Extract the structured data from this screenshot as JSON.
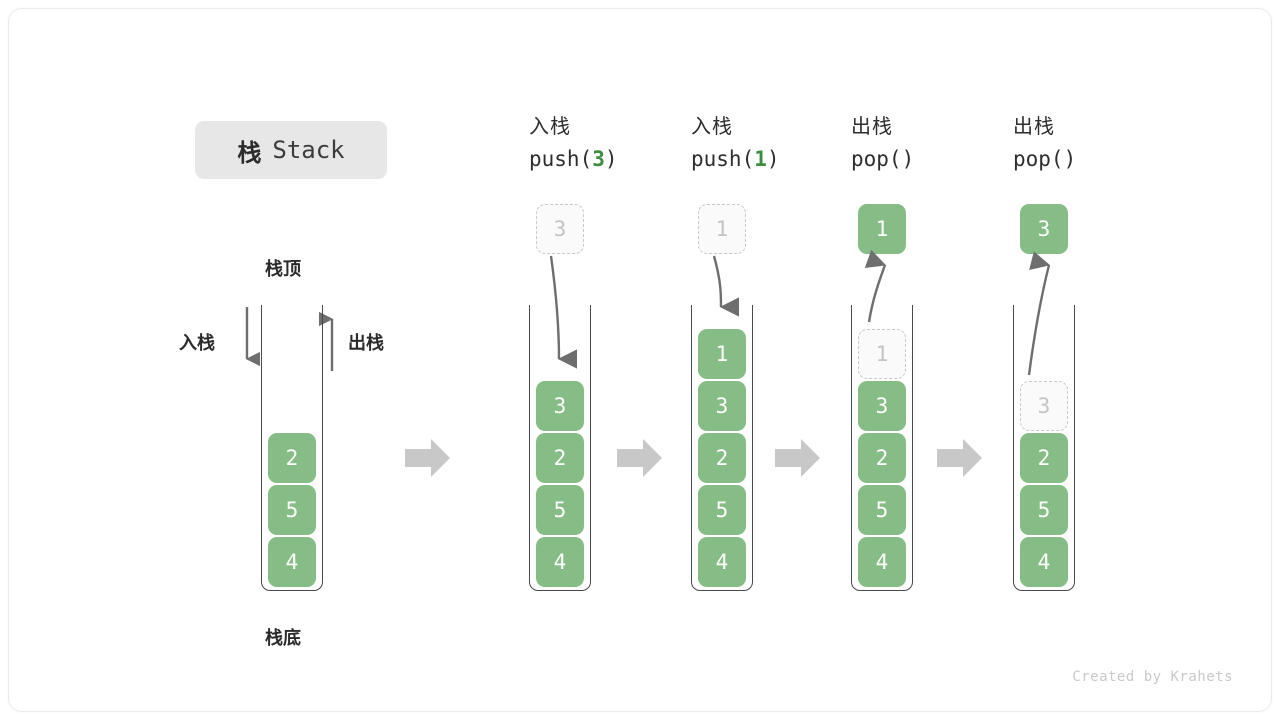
{
  "title": {
    "cn": "栈",
    "en": "Stack"
  },
  "labels": {
    "top": "栈顶",
    "bottom": "栈底",
    "push_dir": "入栈",
    "pop_dir": "出栈"
  },
  "colors": {
    "cell_green": "#86bd86",
    "value_green": "#3d8c40",
    "ghost_fill": "#fafafa",
    "ghost_border": "#c9c9c9",
    "arrow_gray": "#6e6e6e",
    "sep_arrow_gray": "#c8c8c8",
    "badge_gray": "#e7e7e7"
  },
  "columns": [
    {
      "id": "initial",
      "op_cn": "",
      "op_code": "",
      "op_value": "",
      "cells": [
        "4",
        "5",
        "2"
      ],
      "ghost_top": null,
      "float_box": null
    },
    {
      "id": "push-3",
      "op_cn": "入栈",
      "op_code_prefix": "push(",
      "op_value": "3",
      "op_code_suffix": ")",
      "cells": [
        "4",
        "5",
        "2",
        "3"
      ],
      "ghost_top": null,
      "float_box": {
        "value": "3",
        "style": "ghost"
      },
      "arrow": "down"
    },
    {
      "id": "push-1",
      "op_cn": "入栈",
      "op_code_prefix": "push(",
      "op_value": "1",
      "op_code_suffix": ")",
      "cells": [
        "4",
        "5",
        "2",
        "3",
        "1"
      ],
      "ghost_top": null,
      "float_box": {
        "value": "1",
        "style": "ghost"
      },
      "arrow": "down"
    },
    {
      "id": "pop-1",
      "op_cn": "出栈",
      "op_code_prefix": "pop(",
      "op_value": "",
      "op_code_suffix": ")",
      "cells": [
        "4",
        "5",
        "2",
        "3"
      ],
      "ghost_top": "1",
      "float_box": {
        "value": "1",
        "style": "filled"
      },
      "arrow": "up"
    },
    {
      "id": "pop-3",
      "op_cn": "出栈",
      "op_code_prefix": "pop(",
      "op_value": "",
      "op_code_suffix": ")",
      "cells": [
        "4",
        "5",
        "2"
      ],
      "ghost_top": "3",
      "float_box": {
        "value": "3",
        "style": "filled"
      },
      "arrow": "up"
    }
  ],
  "credit": "Created by Krahets"
}
